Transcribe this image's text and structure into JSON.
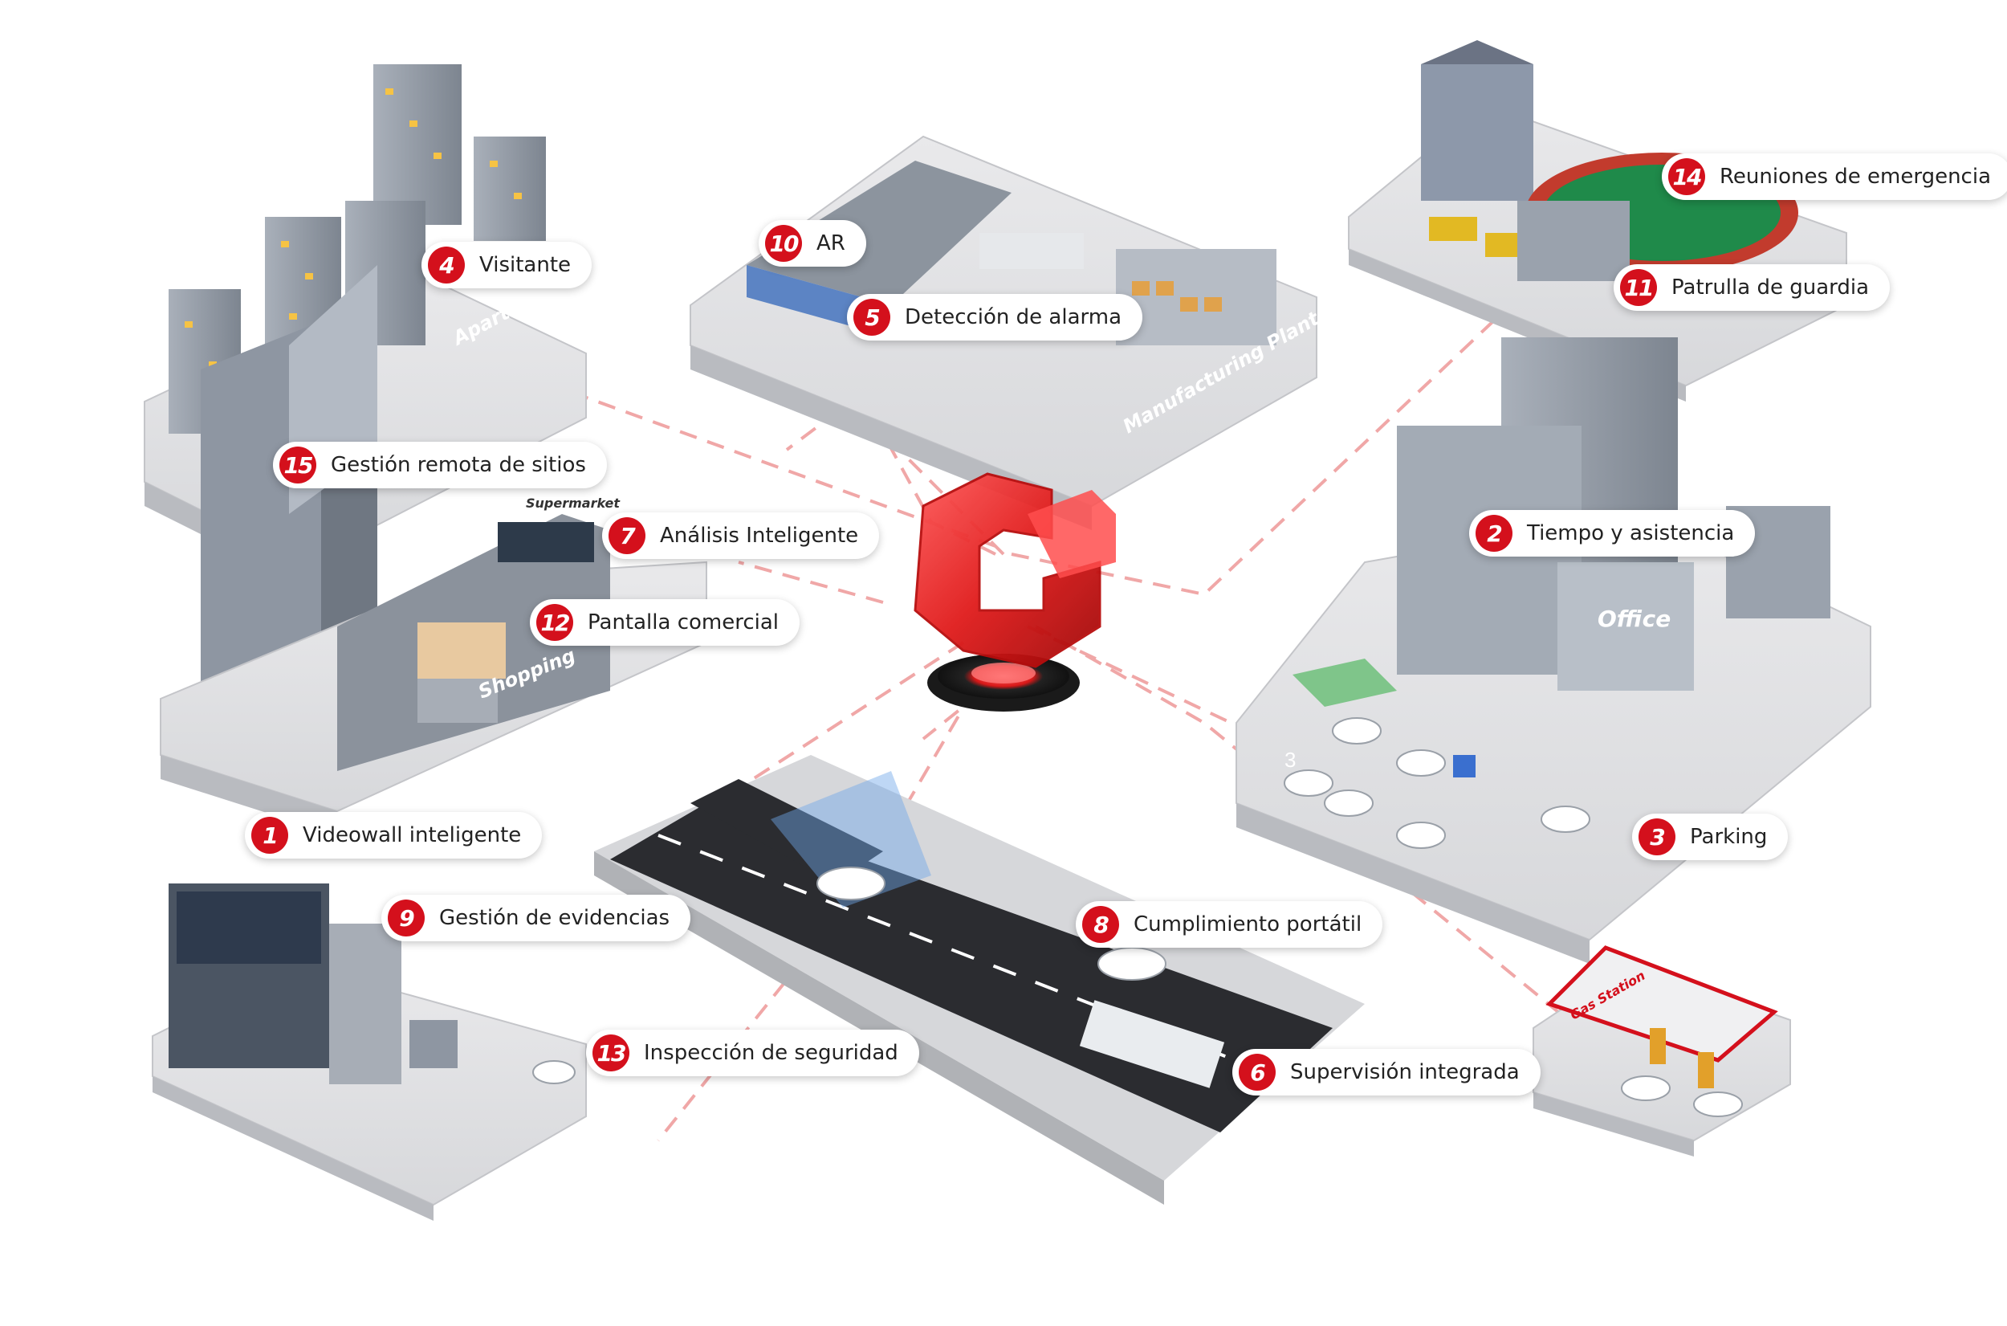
{
  "colors": {
    "accent_red": "#d4101c",
    "connector_dashes": "#f0a7a7",
    "platform": "#dcdcde",
    "building": "#9ca3ad",
    "road": "#2b2c30"
  },
  "hub": {
    "icon": "red-3d-logo-icon"
  },
  "scene_text": {
    "apartment": "Apartment",
    "manufacturing_plant": "Manufacturing Plant",
    "supermarket": "Supermarket",
    "shopping": "Shopping",
    "office": "Office",
    "gas_station": "Gas Station",
    "parking_slot_number": "3"
  },
  "labels": [
    {
      "num": "1",
      "text": "Videowall inteligente"
    },
    {
      "num": "2",
      "text": "Tiempo y asistencia"
    },
    {
      "num": "3",
      "text": "Parking"
    },
    {
      "num": "4",
      "text": "Visitante"
    },
    {
      "num": "5",
      "text": "Detección de alarma"
    },
    {
      "num": "6",
      "text": "Supervisión integrada"
    },
    {
      "num": "7",
      "text": "Análisis Inteligente"
    },
    {
      "num": "8",
      "text": "Cumplimiento portátil"
    },
    {
      "num": "9",
      "text": "Gestión de evidencias"
    },
    {
      "num": "10",
      "text": "AR"
    },
    {
      "num": "11",
      "text": "Patrulla de guardia"
    },
    {
      "num": "12",
      "text": "Pantalla comercial"
    },
    {
      "num": "13",
      "text": "Inspección de seguridad"
    },
    {
      "num": "14",
      "text": "Reuniones de emergencia"
    },
    {
      "num": "15",
      "text": "Gestión remota de sitios"
    }
  ]
}
